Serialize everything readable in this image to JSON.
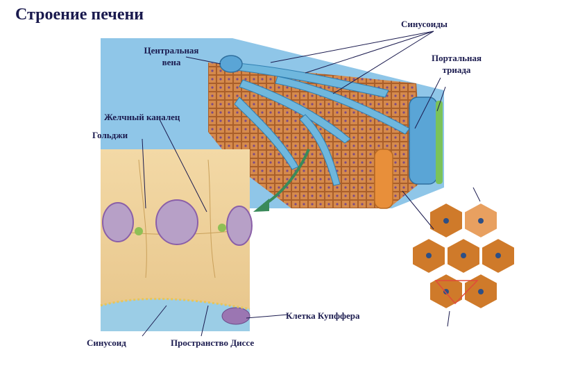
{
  "title": "Строение печени",
  "labels": {
    "central_vein": "Центральная\nвена",
    "sinusoids": "Синусоиды",
    "portal_triad": "Портальная\nтриада",
    "bile_canaliculus": "Желчный каналец",
    "golgi": "Гольджи",
    "kupffer_cell": "Клетка Купффера",
    "sinusoid": "Синусоид",
    "space_of_disse": "Пространство Диссе"
  },
  "colors": {
    "title": "#1a1a4e",
    "hepatocyte": "#d58a4c",
    "sinusoid_blue": "#6fb7dd",
    "nucleus": "#8a5fa8",
    "portal_vessel": "#e88f3a",
    "lobule": "#cf7a2a"
  }
}
